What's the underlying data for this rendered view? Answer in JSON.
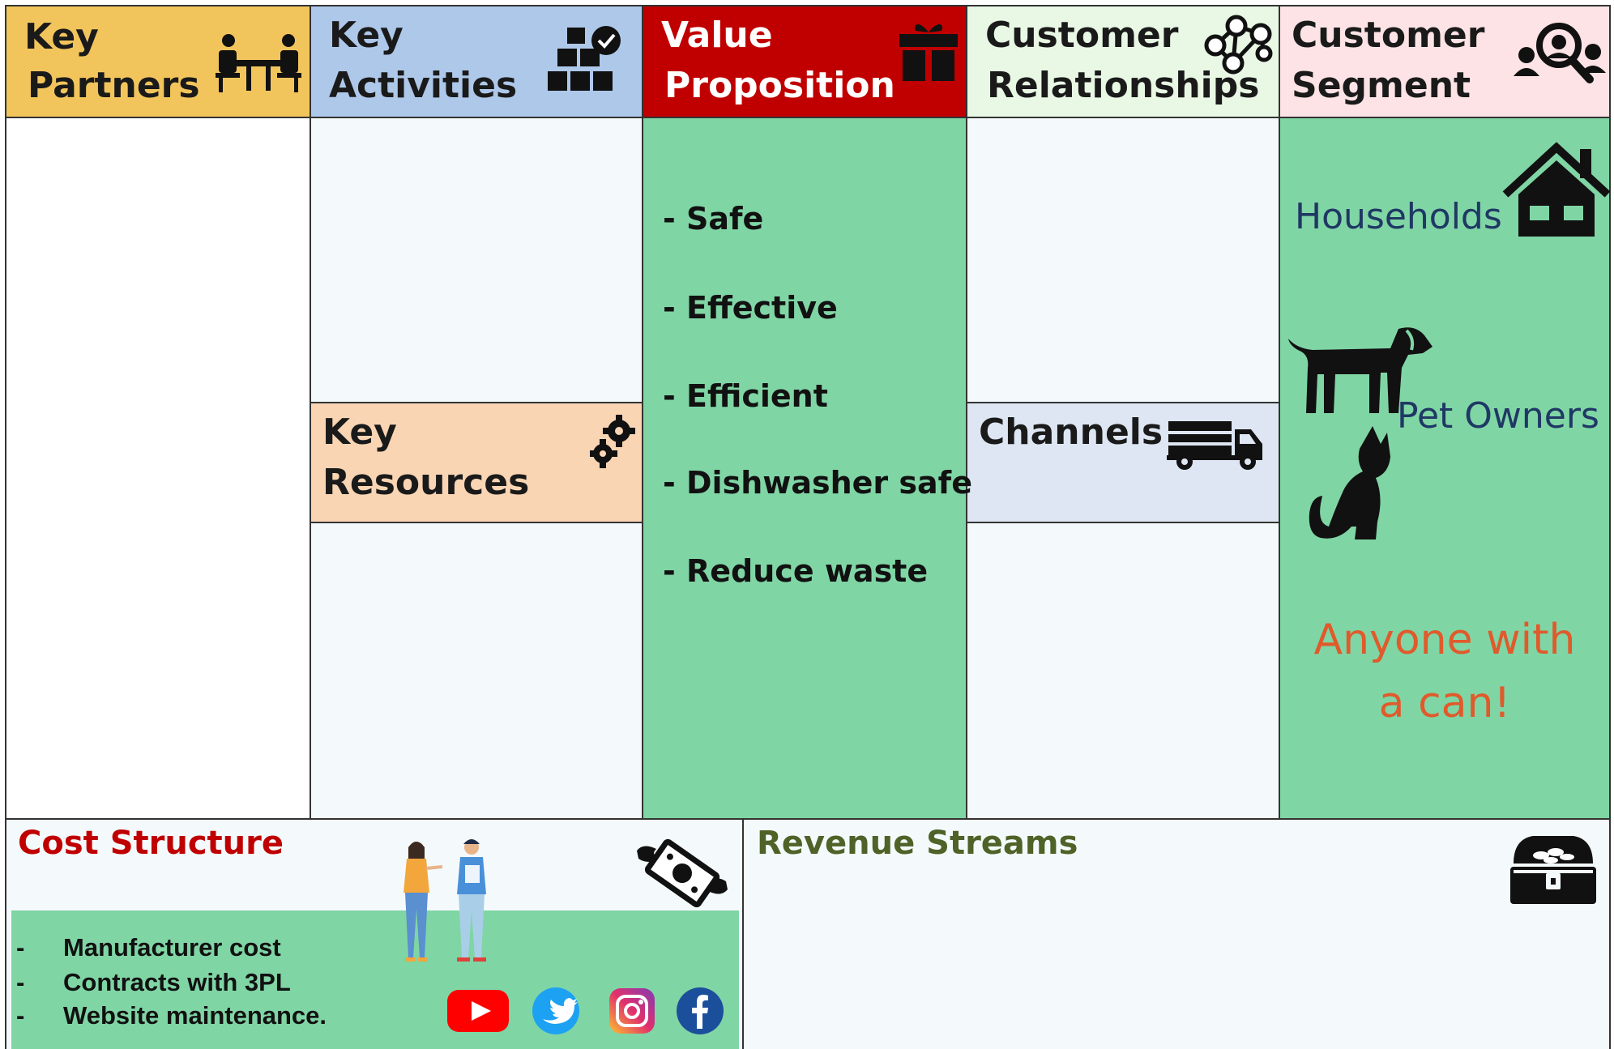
{
  "headers": {
    "key_partners": {
      "line1": "Key",
      "line2": "Partners",
      "color": "#f2c55c"
    },
    "key_activities": {
      "line1": "Key",
      "line2": "Activities",
      "color": "#aec8ea"
    },
    "value_proposition": {
      "line1": "Value",
      "line2": "Proposition",
      "color": "#c00000"
    },
    "customer_relationships": {
      "line1": "Customer",
      "line2": "Relationships",
      "color": "#e8f8e4"
    },
    "customer_segment": {
      "line1": "Customer",
      "line2": "Segment",
      "color": "#fde3e5"
    }
  },
  "key_resources": {
    "line1": "Key",
    "line2": "Resources",
    "color": "#f9d5b4"
  },
  "channels": {
    "label": "Channels",
    "color": "#dde6f2"
  },
  "value_items": [
    "- Safe",
    "- Effective",
    "- Efficient",
    "- Dishwasher safe",
    "- Reduce waste"
  ],
  "segments": {
    "households": "Households",
    "pet_owners": "Pet Owners",
    "anyone_line1": "Anyone with",
    "anyone_line2": "a can!"
  },
  "cost_structure": {
    "title": "Cost Structure",
    "items": [
      "Manufacturer cost",
      "Contracts with 3PL",
      "Website maintenance."
    ],
    "bullet": "-"
  },
  "revenue_streams": {
    "title": "Revenue Streams"
  },
  "colors": {
    "green_panel": "#80d5a5",
    "pale_panel": "#f4fafb",
    "border": "#333333",
    "cost_title": "#c00000",
    "revenue_title": "#4f6228",
    "segment_text": "#1f3864",
    "anyone_text": "#e05a2b"
  },
  "icons": [
    "meeting-table-icon",
    "boxes-check-icon",
    "gift-icon",
    "network-icon",
    "user-search-icon",
    "gears-icon",
    "truck-icon",
    "house-icon",
    "dog-icon",
    "cat-icon",
    "flying-money-icon",
    "treasure-chest-icon",
    "youtube-icon",
    "twitter-icon",
    "instagram-icon",
    "facebook-icon",
    "people-illustration"
  ]
}
